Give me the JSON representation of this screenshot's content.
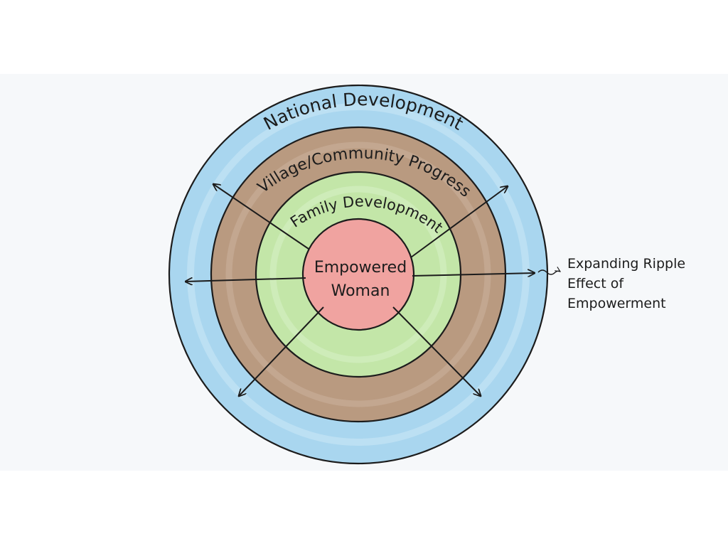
{
  "diagram": {
    "rings": [
      {
        "label": "National Development",
        "color": "#a9d6ef"
      },
      {
        "label": "Village/Community Progress",
        "color": "#b99a80"
      },
      {
        "label": "Family Development",
        "color": "#c3e6a8"
      }
    ],
    "center": {
      "line1": "Empowered",
      "line2": "Woman",
      "color": "#f0a3a0"
    },
    "side_note": {
      "line1": "Expanding Ripple",
      "line2": "Effect of",
      "line3": "Empowerment"
    },
    "stroke_color": "#1c1c1c"
  }
}
